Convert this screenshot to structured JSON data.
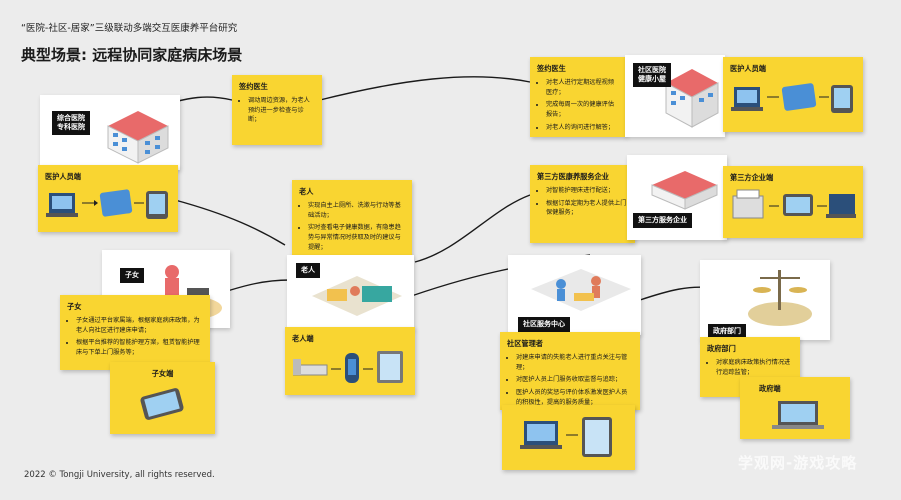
{
  "header": "“医院-社区-居家”三级联动多端交互医康养平台研究",
  "title": "典型场景: 远程协同家庭病床场景",
  "footer": "2022 © Tongji University, all rights reserved.",
  "watermark": "学观网-游戏攻略",
  "hospital": {
    "tag_line1": "综合医院",
    "tag_line2": "专科医院",
    "medical_label": "医护人员端"
  },
  "doctor_left": {
    "title": "签约医生",
    "items": [
      "调动周边资源，为老人预约进一步检查与诊断；"
    ]
  },
  "elder": {
    "title": "老人",
    "items": [
      "实现自主上厕所、洗漱与行动等基础活动；",
      "实时查看电子健康数据，有隐患趋势与异常情况时获取及时的建议与提醒；"
    ],
    "tag": "老人",
    "device_label": "老人端"
  },
  "child": {
    "tag": "子女",
    "title": "子女",
    "items": [
      "子女通过平台家属端，根据家庭病床政策，为老人向社区进行建床申请；",
      "根据平台推荐的智能护理方案，租赁智能护理床与下单上门服务等；"
    ],
    "device_label": "子女端"
  },
  "doctor_right": {
    "title": "签约医生",
    "items": [
      "对老人进行定期远程视频医疗；",
      "完成每周一次的健康评估报告；",
      "对老人的询问进行解答；"
    ]
  },
  "community_hospital": {
    "tag_line1": "社区医院",
    "tag_line2": "健康小屋",
    "medical_label": "医护人员端"
  },
  "third_party": {
    "title": "第三方医康养服务企业",
    "items": [
      "对智能护理床进行配送；",
      "根据订单定期为老人提供上门保健服务；"
    ],
    "tag": "第三方服务企业",
    "device_label": "第三方企业端"
  },
  "service_center": {
    "tag": "社区服务中心",
    "title": "社区管理者",
    "items": [
      "对建床申请的失能老人进行重点关注与管理；",
      "对医护人员上门服务收取监督与追踪；",
      "医护人员的奖惩与评价体系激发医护人员的积极性，提高的服务质量；"
    ]
  },
  "government": {
    "tag": "政府部门",
    "title": "政府部门",
    "items": [
      "对家庭病床政策执行情况进行追踪监管；"
    ],
    "device_label": "政府端"
  },
  "colors": {
    "note": "#f9d531",
    "tag": "#111111",
    "background": "#ececec",
    "accent_blue": "#4a8fd6"
  }
}
